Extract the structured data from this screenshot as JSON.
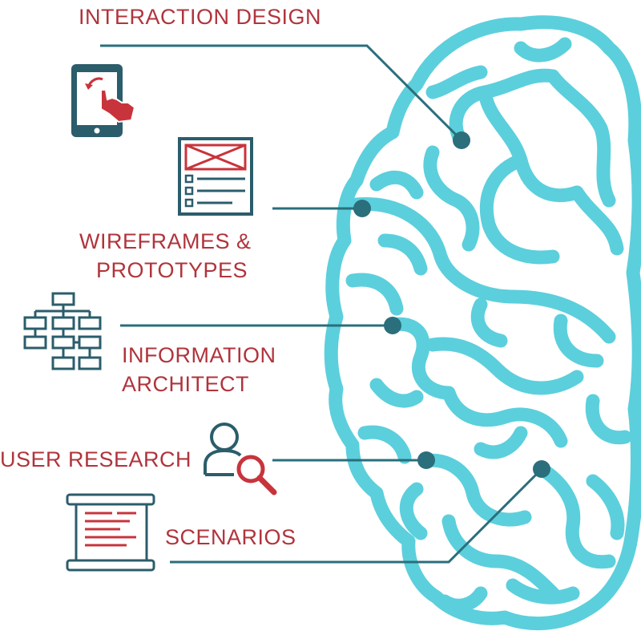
{
  "diagram": {
    "labels": {
      "interaction_design": "INTERACTION DESIGN",
      "wireframes_line1": "WIREFRAMES &",
      "wireframes_line2": "PROTOTYPES",
      "information_line1": "INFORMATION",
      "information_line2": "ARCHITECT",
      "user_research": "USER RESEARCH",
      "scenarios": "SCENARIOS"
    },
    "icons": {
      "interaction_design": "tablet-touch-icon",
      "wireframes": "wireframe-page-icon",
      "information_architect": "sitemap-icon",
      "user_research": "user-search-icon",
      "scenarios": "scroll-document-icon"
    },
    "colors": {
      "brain": "#5ccfdc",
      "connector": "#2b6e7c",
      "label": "#b0343c",
      "icon_dark": "#2b5d6b",
      "icon_accent": "#c8343c"
    }
  }
}
